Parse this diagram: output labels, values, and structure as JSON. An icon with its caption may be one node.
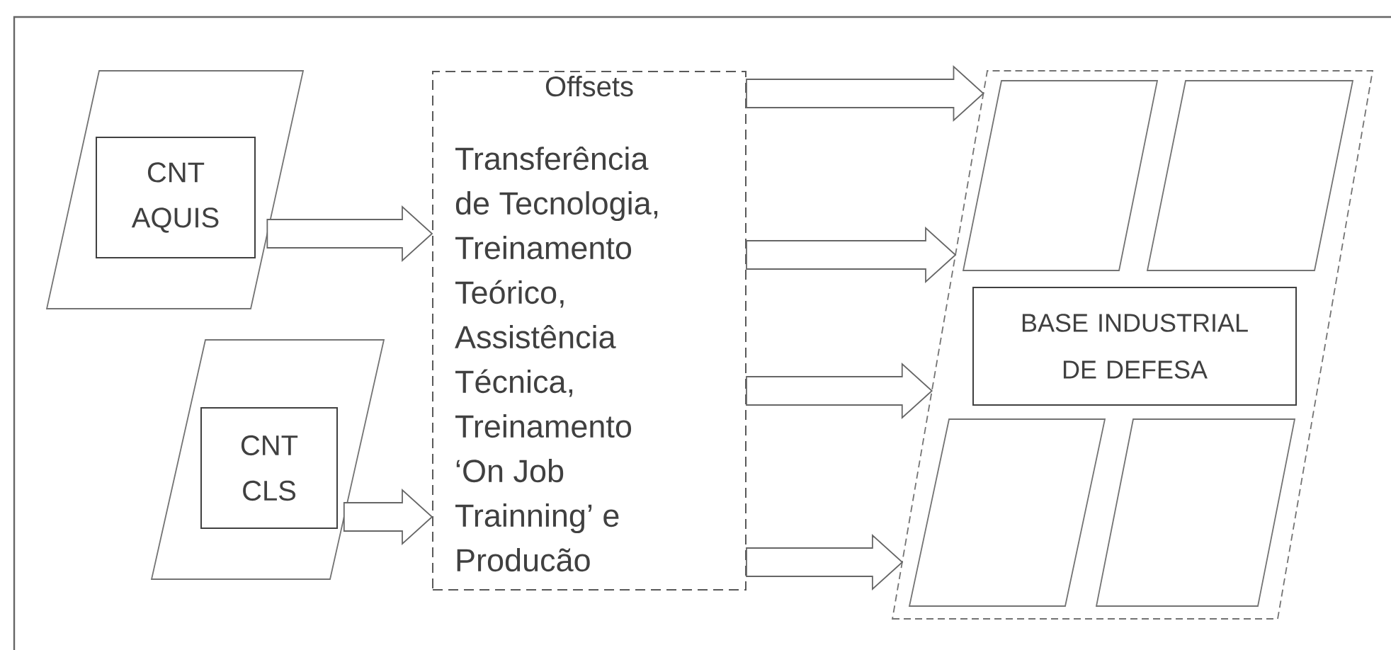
{
  "diagram": {
    "nodes": [
      {
        "text": [],
        "shape": "parallelogram"
      },
      {
        "text": [
          "CNT AQUIS"
        ],
        "in": 0
      },
      {
        "text": [],
        "shape": "parallelogram"
      },
      {
        "text": [
          "CNT CLS"
        ],
        "in": 2
      },
      {
        "text": [
          "Offsets",
          "Transferência de Tecnologia, Treinamento Teórico, Assistência Técnica, Treinamento ‘On Job Trainning’ e Producão"
        ]
      },
      {
        "text": [],
        "shape": "parallelogram"
      },
      {
        "text": [],
        "shape": "parallelogram",
        "in": 5
      },
      {
        "text": [],
        "shape": "parallelogram",
        "in": 5
      },
      {
        "text": [
          "BASE INDUSTRIAL DE DEFESA"
        ],
        "in": 5
      },
      {
        "text": [],
        "shape": "parallelogram",
        "in": 5
      },
      {
        "text": [],
        "shape": "parallelogram",
        "in": 5
      }
    ],
    "edges": [
      {
        "from": 0,
        "to": 4,
        "arrow": "to"
      },
      {
        "from": 2,
        "to": 4,
        "arrow": "to"
      },
      {
        "from": 4,
        "to": 5,
        "arrow": "to"
      },
      {
        "from": 4,
        "to": 5,
        "arrow": "to"
      },
      {
        "from": 4,
        "to": 5,
        "arrow": "to"
      },
      {
        "from": 4,
        "to": 5,
        "arrow": "to"
      }
    ]
  }
}
